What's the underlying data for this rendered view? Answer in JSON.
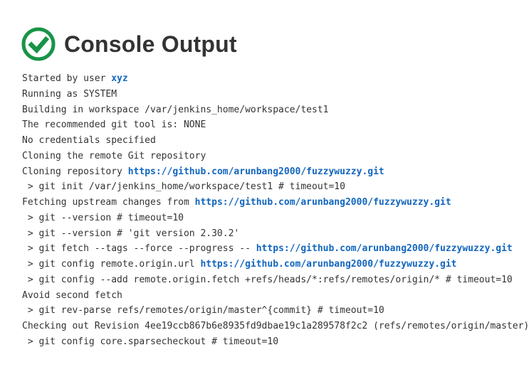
{
  "page": {
    "title": "Console Output",
    "status": "success"
  },
  "colors": {
    "success_green": "#189447",
    "link_blue": "#1266be",
    "text_gray": "#333333"
  },
  "console": {
    "lines": [
      {
        "segments": [
          {
            "t": "Started by user ",
            "link": false
          },
          {
            "t": "xyz",
            "link": true
          }
        ]
      },
      {
        "segments": [
          {
            "t": "Running as SYSTEM",
            "link": false
          }
        ]
      },
      {
        "segments": [
          {
            "t": "Building in workspace /var/jenkins_home/workspace/test1",
            "link": false
          }
        ]
      },
      {
        "segments": [
          {
            "t": "The recommended git tool is: NONE",
            "link": false
          }
        ]
      },
      {
        "segments": [
          {
            "t": "No credentials specified",
            "link": false
          }
        ]
      },
      {
        "segments": [
          {
            "t": "Cloning the remote Git repository",
            "link": false
          }
        ]
      },
      {
        "segments": [
          {
            "t": "Cloning repository ",
            "link": false
          },
          {
            "t": "https://github.com/arunbang2000/fuzzywuzzy.git",
            "link": true
          }
        ]
      },
      {
        "segments": [
          {
            "t": " > git init /var/jenkins_home/workspace/test1 # timeout=10",
            "link": false
          }
        ]
      },
      {
        "segments": [
          {
            "t": "Fetching upstream changes from ",
            "link": false
          },
          {
            "t": "https://github.com/arunbang2000/fuzzywuzzy.git",
            "link": true
          }
        ]
      },
      {
        "segments": [
          {
            "t": " > git --version # timeout=10",
            "link": false
          }
        ]
      },
      {
        "segments": [
          {
            "t": " > git --version # 'git version 2.30.2'",
            "link": false
          }
        ]
      },
      {
        "segments": [
          {
            "t": " > git fetch --tags --force --progress -- ",
            "link": false
          },
          {
            "t": "https://github.com/arunbang2000/fuzzywuzzy.git",
            "link": true
          }
        ]
      },
      {
        "segments": [
          {
            "t": " > git config remote.origin.url ",
            "link": false
          },
          {
            "t": "https://github.com/arunbang2000/fuzzywuzzy.git",
            "link": true
          }
        ]
      },
      {
        "segments": [
          {
            "t": " > git config --add remote.origin.fetch +refs/heads/*:refs/remotes/origin/* # timeout=10",
            "link": false
          }
        ]
      },
      {
        "segments": [
          {
            "t": "Avoid second fetch",
            "link": false
          }
        ]
      },
      {
        "segments": [
          {
            "t": " > git rev-parse refs/remotes/origin/master^{commit} # timeout=10",
            "link": false
          }
        ]
      },
      {
        "segments": [
          {
            "t": "Checking out Revision 4ee19ccb867b6e8935fd9dbae19c1a289578f2c2 (refs/remotes/origin/master)",
            "link": false
          }
        ]
      },
      {
        "segments": [
          {
            "t": " > git config core.sparsecheckout # timeout=10",
            "link": false
          }
        ]
      }
    ]
  }
}
